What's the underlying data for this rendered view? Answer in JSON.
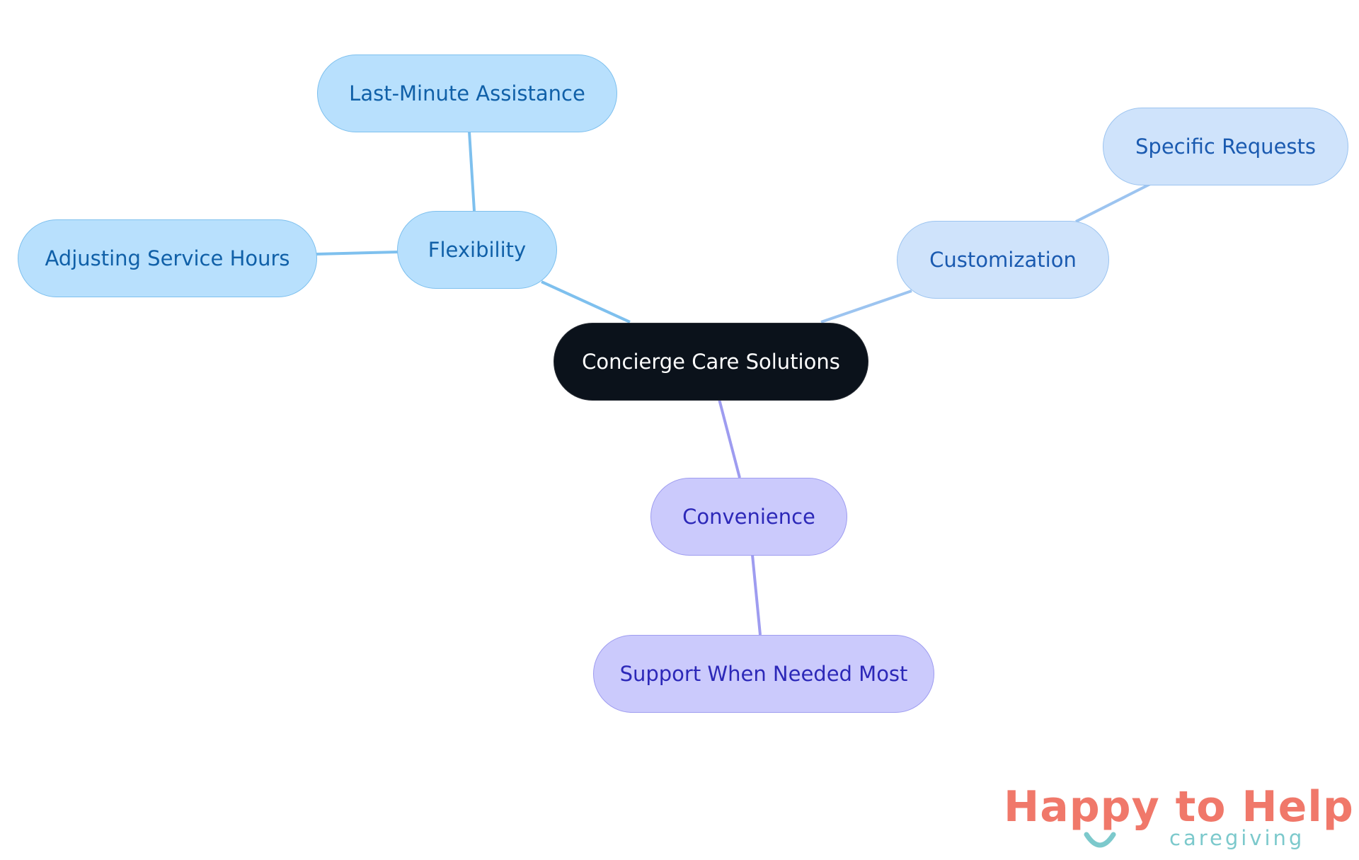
{
  "diagram": {
    "root": {
      "label": "Concierge Care Solutions"
    },
    "branches": {
      "flexibility": {
        "label": "Flexibility",
        "children": {
          "last_minute": {
            "label": "Last-Minute Assistance"
          },
          "adjusting_hours": {
            "label": "Adjusting Service Hours"
          }
        }
      },
      "customization": {
        "label": "Customization",
        "children": {
          "specific_requests": {
            "label": "Specific Requests"
          }
        }
      },
      "convenience": {
        "label": "Convenience",
        "children": {
          "support": {
            "label": "Support When Needed Most"
          }
        }
      }
    }
  },
  "logo": {
    "part1": "Happy",
    "part2": "to Help",
    "tagline": "caregiving"
  },
  "colors": {
    "root_fill": "#0b121b",
    "flexibility_branch": "#7ec0ee",
    "customization_branch": "#9cc4f0",
    "convenience_branch": "#9e9cf0",
    "logo_coral": "#f0786a",
    "logo_teal": "#7cc9cc"
  }
}
